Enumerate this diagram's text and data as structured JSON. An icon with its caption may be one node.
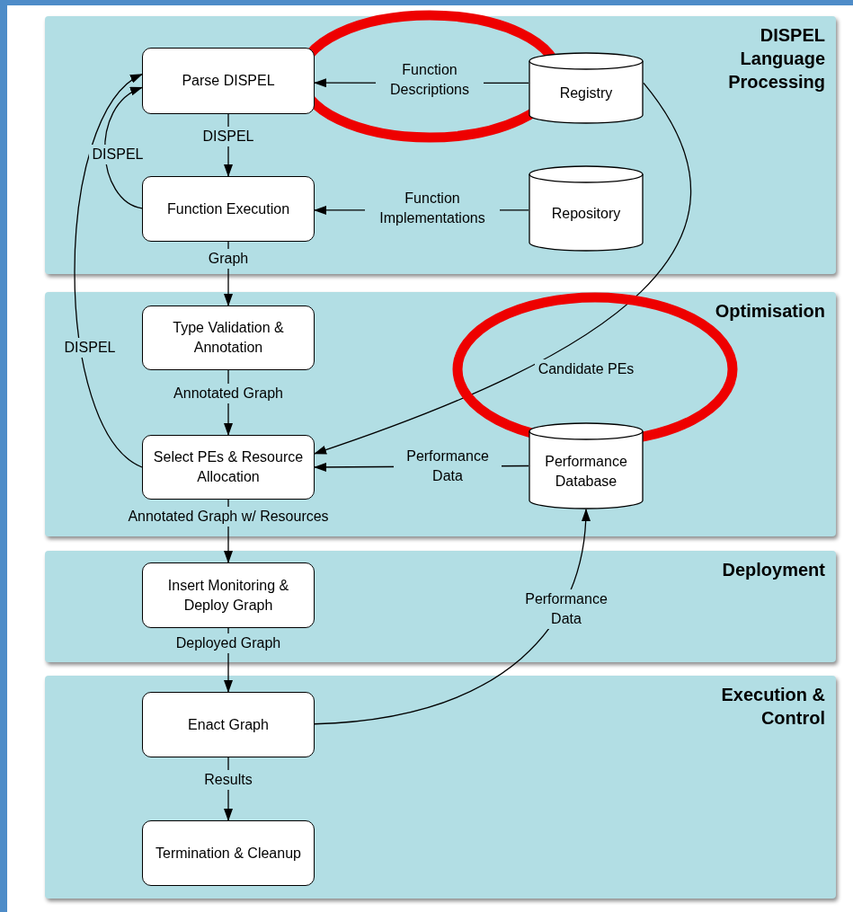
{
  "diagram": {
    "nodes": [
      {
        "text": [
          "DISPEL Language Processing"
        ]
      },
      {
        "text": [
          "Parse DISPEL"
        ],
        "in": 0
      },
      {
        "text": [
          "Function Execution"
        ],
        "in": 0
      },
      {
        "text": [
          "Registry"
        ],
        "in": 0
      },
      {
        "text": [
          "Repository"
        ],
        "in": 0
      },
      {
        "text": [
          "Optimisation"
        ]
      },
      {
        "text": [
          "Type Validation & Annotation"
        ],
        "in": 5
      },
      {
        "text": [
          "Select PEs & Resource Allocation"
        ],
        "in": 5
      },
      {
        "text": [
          "Performance Database"
        ],
        "in": 5
      },
      {
        "text": [
          "Deployment"
        ]
      },
      {
        "text": [
          "Insert Monitoring & Deploy Graph"
        ],
        "in": 9
      },
      {
        "text": [
          "Execution & Control"
        ]
      },
      {
        "text": [
          "Enact Graph"
        ],
        "in": 11
      },
      {
        "text": [
          "Termination & Cleanup"
        ],
        "in": 11
      }
    ],
    "edges": [
      {
        "from": 3,
        "to": 1,
        "arrow": "to",
        "label": "Function Descriptions"
      },
      {
        "from": 1,
        "to": 2,
        "arrow": "to",
        "label": "DISPEL"
      },
      {
        "from": 2,
        "to": 1,
        "arrow": "to",
        "label": "DISPEL"
      },
      {
        "from": 4,
        "to": 2,
        "arrow": "to",
        "label": "Function Implementations"
      },
      {
        "from": 2,
        "to": 6,
        "arrow": "to",
        "label": "Graph"
      },
      {
        "from": 6,
        "to": 7,
        "arrow": "to",
        "label": "Annotated Graph"
      },
      {
        "from": 7,
        "to": 1,
        "arrow": "to",
        "label": "DISPEL"
      },
      {
        "from": 3,
        "to": 7,
        "arrow": "to",
        "label": "Candidate PEs"
      },
      {
        "from": 8,
        "to": 7,
        "arrow": "to",
        "label": "Performance Data"
      },
      {
        "from": 7,
        "to": 10,
        "arrow": "to",
        "label": "Annotated Graph w/ Resources"
      },
      {
        "from": 10,
        "to": 12,
        "arrow": "to",
        "label": "Deployed Graph"
      },
      {
        "from": 12,
        "to": 8,
        "arrow": "to",
        "label": "Performance Data"
      },
      {
        "from": 12,
        "to": 13,
        "arrow": "to",
        "label": "Results"
      }
    ]
  }
}
